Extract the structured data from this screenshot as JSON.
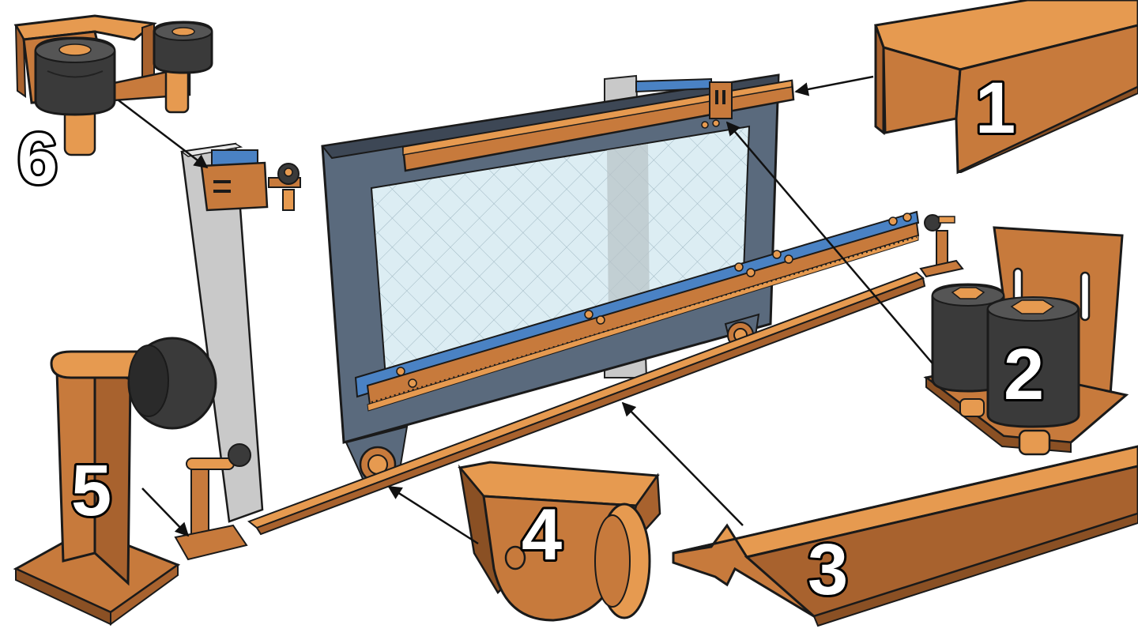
{
  "colors": {
    "metal": "#c77a3c",
    "metal_light": "#e69a50",
    "metal_dark": "#8a5024",
    "frame": "#5a6a7d",
    "frame_dark": "#3d4755",
    "glass": "#dcedf3",
    "gray_post": "#c8c8c8",
    "rubber": "#3a3a3a",
    "blue_bar": "#4a82c4",
    "outline": "#1a1a1a"
  },
  "callouts": [
    {
      "id": "1",
      "label": "1",
      "part": "top-guide-channel"
    },
    {
      "id": "2",
      "label": "2",
      "part": "guide-roller-bracket"
    },
    {
      "id": "3",
      "label": "3",
      "part": "ground-rail"
    },
    {
      "id": "4",
      "label": "4",
      "part": "grooved-wheel"
    },
    {
      "id": "5",
      "label": "5",
      "part": "end-stopper"
    },
    {
      "id": "6",
      "label": "6",
      "part": "top-roller-catcher"
    }
  ]
}
